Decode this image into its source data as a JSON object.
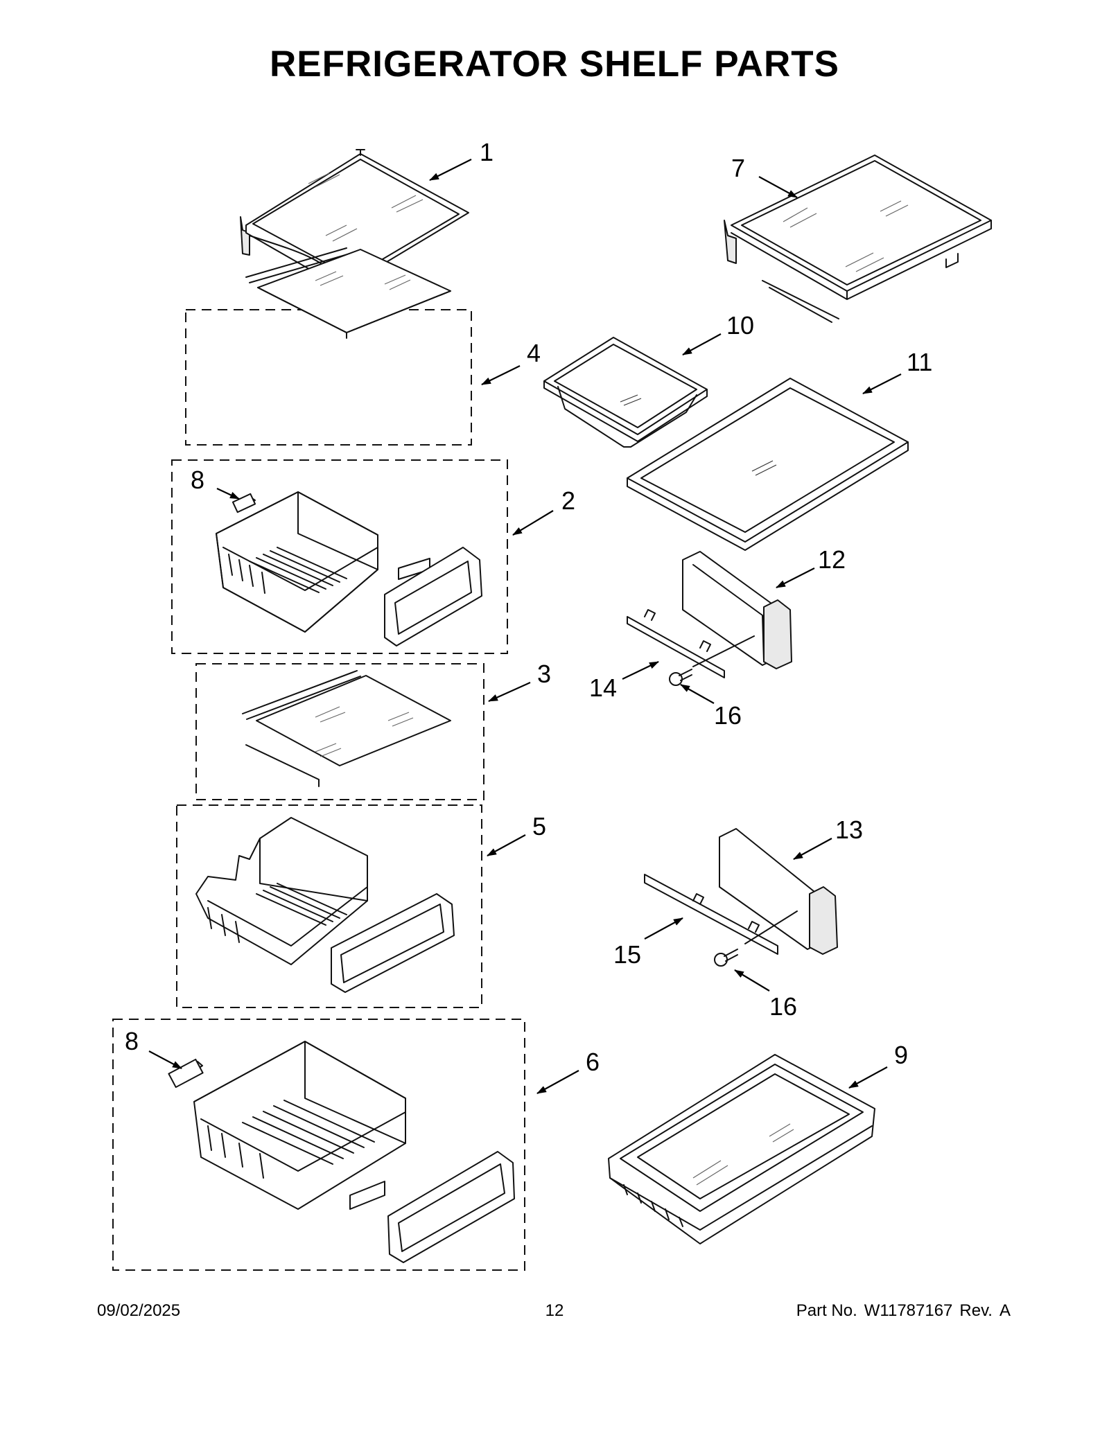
{
  "page": {
    "title": "REFRIGERATOR SHELF PARTS",
    "footer": {
      "date": "09/02/2025",
      "page_number": "12",
      "part_label": "Part No.",
      "part_number": "W11787167",
      "rev_label": "Rev.",
      "rev_value": "A"
    }
  },
  "callouts": {
    "c1": "1",
    "c2": "2",
    "c3": "3",
    "c4": "4",
    "c5": "5",
    "c6": "6",
    "c7": "7",
    "c8a": "8",
    "c8b": "8",
    "c9": "9",
    "c10": "10",
    "c11": "11",
    "c12": "12",
    "c13": "13",
    "c14": "14",
    "c15": "15",
    "c16a": "16",
    "c16b": "16"
  }
}
